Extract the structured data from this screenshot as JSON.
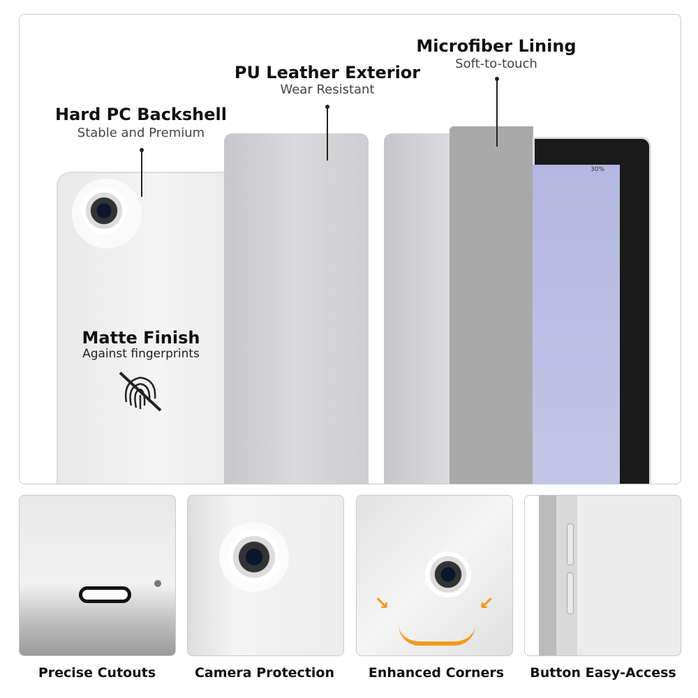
{
  "labels": {
    "microfiber": {
      "title": "Microfiber Lining",
      "sub": "Soft-to-touch"
    },
    "pu_leather": {
      "title": "PU Leather Exterior",
      "sub": "Wear Resistant"
    },
    "backshell": {
      "title": "Hard PC Backshell",
      "sub": "Stable and Premium"
    },
    "matte": {
      "title": "Matte Finish",
      "sub": "Against fingerprints"
    }
  },
  "tablet_status": "30%",
  "captions": [
    "Precise Cutouts",
    "Camera Protection",
    "Enhanced Corners",
    "Button Easy-Access"
  ],
  "colors": {
    "cover": "#d2d2d4",
    "lining": "#a9a9a9",
    "screen": "#b9bee2"
  }
}
